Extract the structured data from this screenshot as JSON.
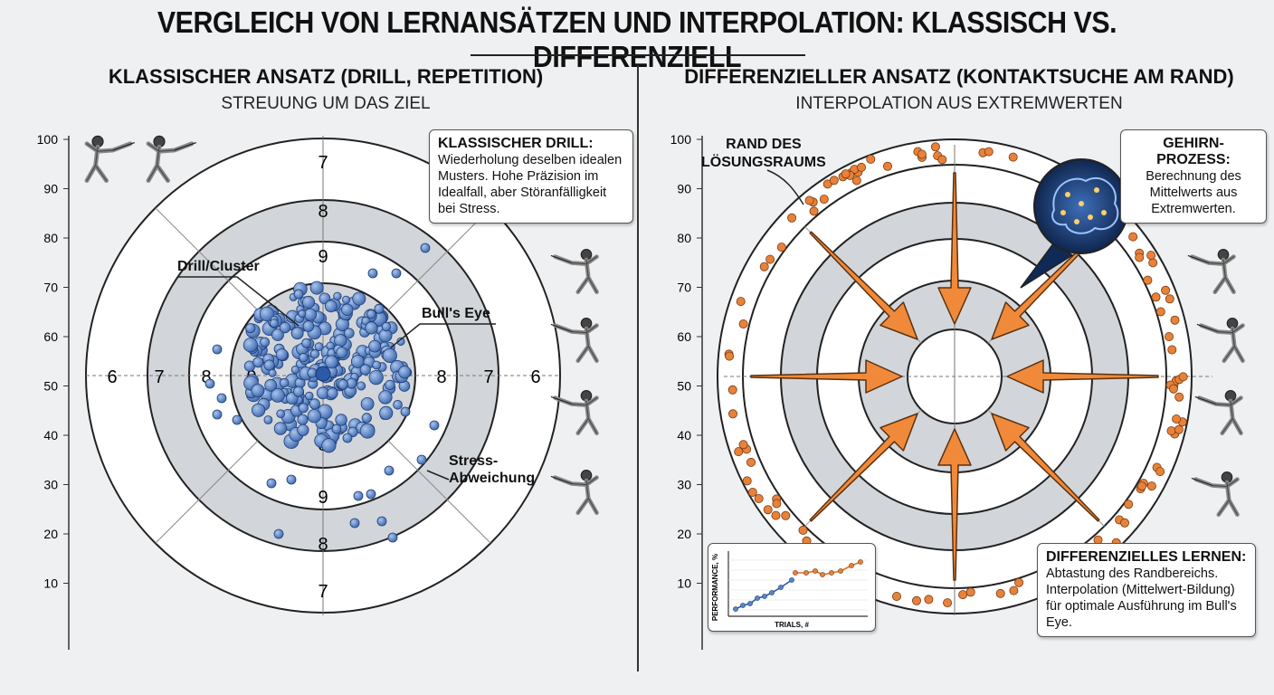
{
  "title": "VERGLEICH VON LERNANSÄTZEN UND INTERPOLATION: KLASSISCH VS. DIFFERENZIELL",
  "left": {
    "heading": "KLASSISCHER ANSATZ (DRILL, REPETITION)",
    "subheading": "STREUUNG UM DAS ZIEL",
    "y_ticks": [
      "100",
      "90",
      "80",
      "70",
      "60",
      "50",
      "40",
      "30",
      "20",
      "10"
    ],
    "ring_labels_h": [
      "6",
      "7",
      "8",
      "9",
      "8",
      "7",
      "6"
    ],
    "ring_labels_v": [
      "7",
      "8",
      "9",
      "8",
      "9",
      "8",
      "7"
    ],
    "box_title": "KLASSISCHER DRILL:",
    "box_text": "Wiederholung deselben idealen Musters. Hohe Präzision im Idealfall, aber Störanfälligkeit bei Stress.",
    "label_cluster": "Drill/Cluster",
    "label_bullseye": "Bull's Eye",
    "label_stress": "Stress-\nAbweichung",
    "colors": {
      "dot": "#5a86c8",
      "dot_stroke": "#1f3f78",
      "ring_gray": "#d2d6da"
    }
  },
  "right": {
    "heading": "DIFFERENZIELLER ANSATZ (KONTAKTSUCHE AM RAND)",
    "subheading": "INTERPOLATION AUS EXTREMWERTEN",
    "y_ticks": [
      "100",
      "90",
      "80",
      "70",
      "60",
      "50",
      "40",
      "30",
      "20",
      "10"
    ],
    "label_edge": "RAND DES\nLÖSUNGSRAUMS",
    "brain_box_title": "GEHIRN-\nPROZESS:",
    "brain_box_text": "Berechnung des Mittelwerts aus Extremwerten.",
    "diff_box_title": "DIFFERENZIELLES LERNEN:",
    "diff_box_text": "Abtastung des Randbereichs. Interpolation (Mittelwert-Bildung) für optimale Ausführung im Bull's Eye.",
    "inset_ylabel": "PERFORMANCE, %",
    "inset_xlabel": "TRIALS, #",
    "colors": {
      "dot": "#e8823a",
      "arrow": "#f08a3a",
      "arrow_stroke": "#5a3010"
    }
  }
}
